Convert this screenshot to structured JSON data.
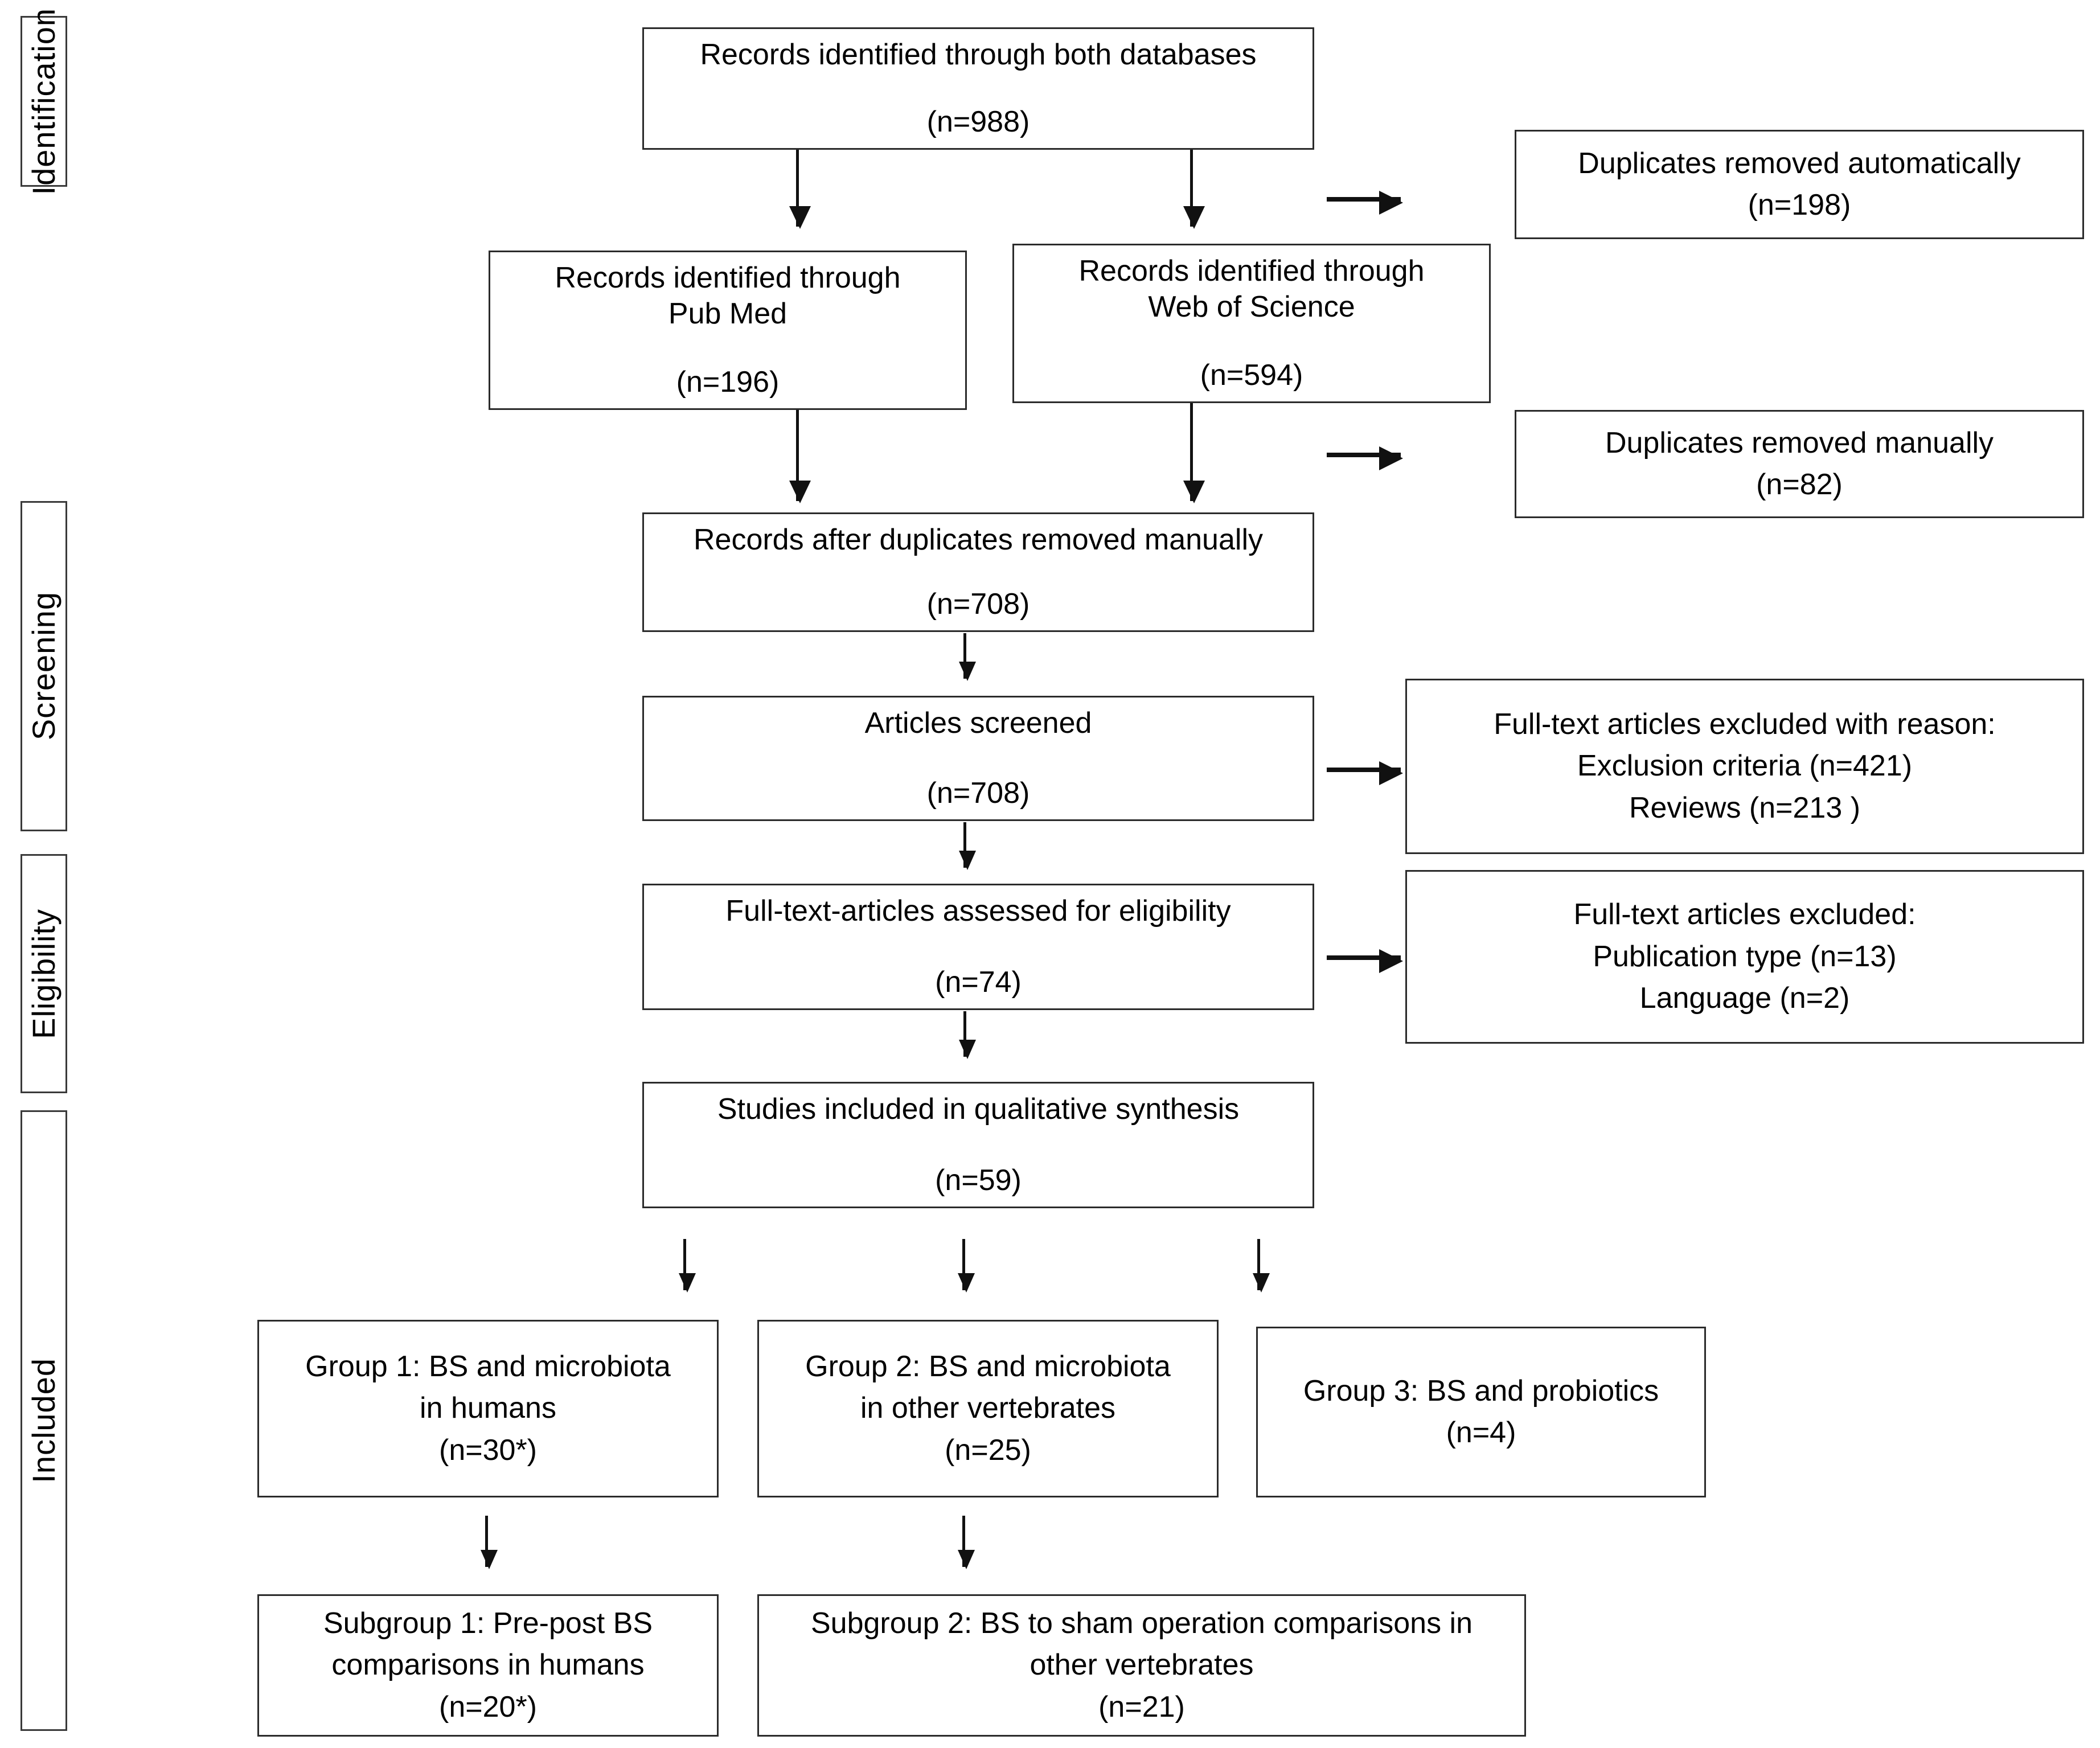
{
  "diagram": {
    "title": "PRISMA flow diagram",
    "type": "prisma-flowchart"
  },
  "stages": [
    {
      "id": "identification",
      "label": "Identification"
    },
    {
      "id": "screening",
      "label": "Screening"
    },
    {
      "id": "eligibility",
      "label": "Eligibility"
    },
    {
      "id": "included",
      "label": "Included"
    }
  ],
  "boxes": {
    "records_both": {
      "line1": "Records identified through both databases",
      "line2": "(n=988)"
    },
    "pubmed": {
      "line1": "Records identified through",
      "line2": "Pub Med",
      "line3": "(n=196)"
    },
    "wos": {
      "line1": "Records identified through",
      "line2": "Web of Science",
      "line3": "(n=594)"
    },
    "dup_auto": {
      "line1": "Duplicates removed automatically",
      "line2": "(n=198)"
    },
    "dup_manual": {
      "line1": "Duplicates removed manually",
      "line2": "(n=82)"
    },
    "after_dup": {
      "line1": "Records after duplicates removed manually",
      "line2": "(n=708)"
    },
    "screened": {
      "line1": "Articles screened",
      "line2": "(n=708)"
    },
    "excluded_reason": {
      "line1": "Full-text articles excluded with reason:",
      "line2": "Exclusion criteria (n=421)",
      "line3": "Reviews (n=213 )"
    },
    "eligibility_assessed": {
      "line1": "Full-text-articles assessed for eligibility",
      "line2": "(n=74)"
    },
    "excluded_other": {
      "line1": "Full-text articles excluded:",
      "line2": "Publication type (n=13)",
      "line3": "Language (n=2)"
    },
    "qualitative": {
      "line1": "Studies included in qualitative synthesis",
      "line2": "(n=59)"
    },
    "group1": {
      "line1": "Group 1: BS and microbiota",
      "line2": "in humans",
      "line3": "(n=30*)"
    },
    "group2": {
      "line1": "Group 2: BS and microbiota",
      "line2": "in other vertebrates",
      "line3": "(n=25)"
    },
    "group3": {
      "line1": "Group 3: BS and probiotics",
      "line2": "(n=4)"
    },
    "subgroup1": {
      "line1": "Subgroup 1: Pre-post BS",
      "line2": "comparisons in humans",
      "line3": "(n=20*)"
    },
    "subgroup2": {
      "line1": "Subgroup 2: BS to sham operation comparisons in",
      "line2": "other vertebrates",
      "line3": "(n=21)"
    }
  },
  "chart_data": {
    "type": "table",
    "title": "PRISMA study selection counts",
    "categories": [
      "Records identified through both databases",
      "Records identified through Pub Med",
      "Records identified through Web of Science",
      "Duplicates removed automatically",
      "Duplicates removed manually",
      "Records after duplicates removed manually",
      "Articles screened",
      "Exclusion criteria",
      "Reviews",
      "Full-text-articles assessed for eligibility",
      "Publication type excluded",
      "Language excluded",
      "Studies included in qualitative synthesis",
      "Group 1: BS and microbiota in humans",
      "Group 2: BS and microbiota in other vertebrates",
      "Group 3: BS and probiotics",
      "Subgroup 1: Pre-post BS comparisons in humans",
      "Subgroup 2: BS to sham operation comparisons in other vertebrates"
    ],
    "values": [
      988,
      196,
      594,
      198,
      82,
      708,
      708,
      421,
      213,
      74,
      13,
      2,
      59,
      30,
      25,
      4,
      20,
      21
    ]
  },
  "colors": {
    "box_border": "#2b2b2b",
    "stage_border": "#3a3a3a",
    "arrow": "#111111",
    "background": "#ffffff",
    "text": "#000000"
  }
}
